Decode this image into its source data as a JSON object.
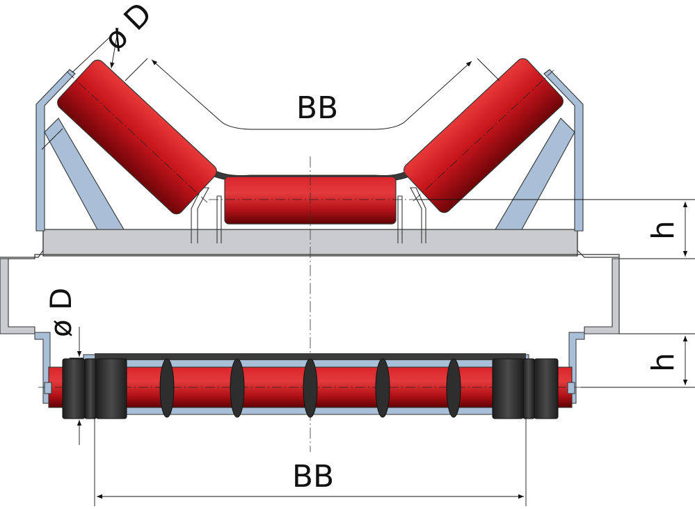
{
  "labels": {
    "top_diameter": "ø D",
    "top_belt_width": "BB",
    "top_height": "h",
    "bottom_diameter": "ø D",
    "bottom_height": "h",
    "bottom_belt_width": "BB"
  },
  "colors": {
    "roller_red": "#c8161d",
    "roller_dark": "#7a0a0e",
    "steel_blue": "#a9bfd8",
    "frame_grey": "#c9cbce",
    "rubber_black": "#2a2a2a",
    "belt_dark": "#3a3a3a",
    "line": "#111111"
  }
}
